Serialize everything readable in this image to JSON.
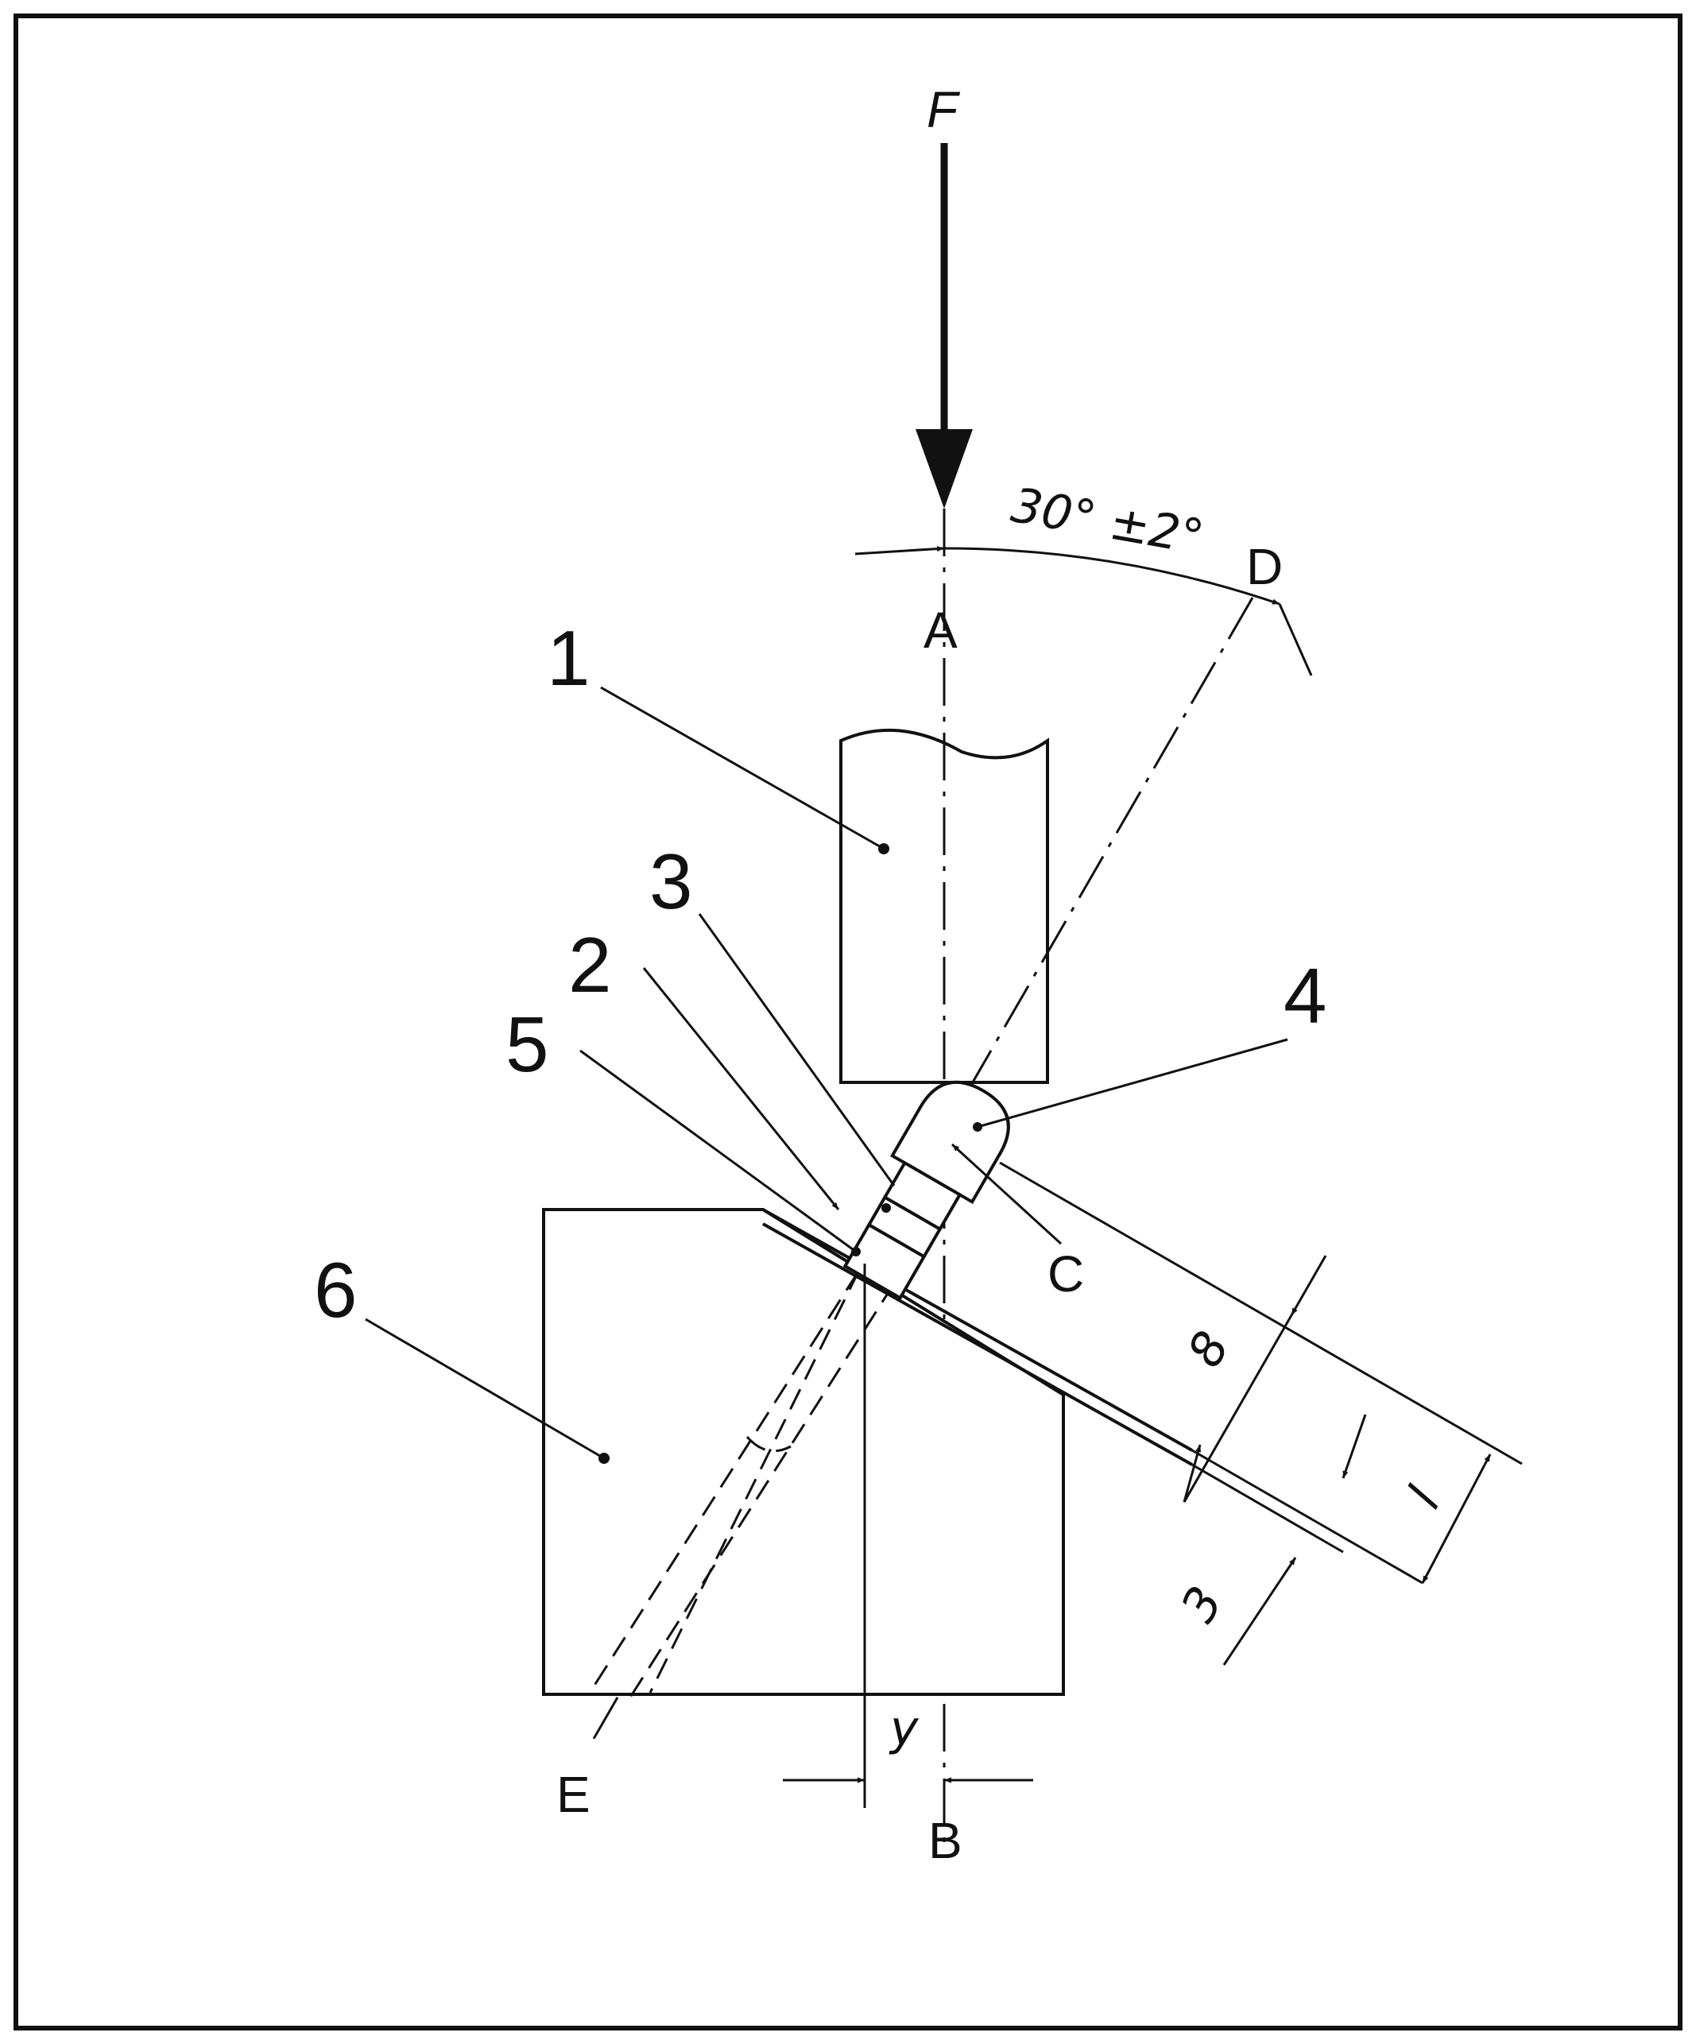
{
  "labels": {
    "force": "F",
    "point_a": "A",
    "point_b": "B",
    "point_c": "C",
    "point_d": "D",
    "point_e": "E",
    "part_1": "1",
    "part_2": "2",
    "part_3": "3",
    "part_4": "4",
    "part_5": "5",
    "part_6": "6"
  },
  "dimensions": {
    "angle": "30° ±2°",
    "offset": "y",
    "dim_8": "8",
    "dim_l": "l",
    "dim_3": "3"
  },
  "colors": {
    "line": "#111111",
    "background": "#ffffff"
  }
}
